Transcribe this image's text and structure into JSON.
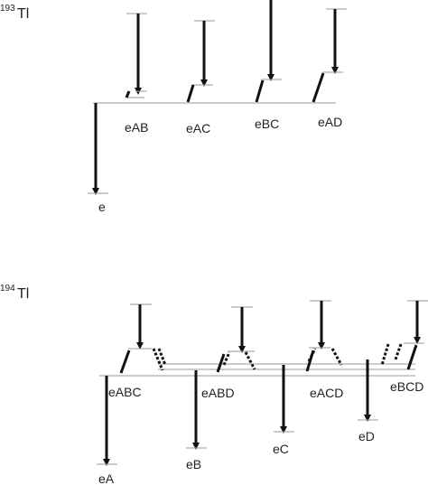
{
  "nuclides": {
    "tl193": {
      "mass": "193",
      "symbol": "Tl"
    },
    "tl194": {
      "mass": "194",
      "symbol": "Tl"
    }
  },
  "tl193_labels": {
    "eAB": "eAB",
    "eAC": "eAC",
    "eBC": "eBC",
    "eAD": "eAD",
    "e": "e"
  },
  "tl194_labels": {
    "eABC": "eABC",
    "eABD": "eABD",
    "eACD": "eACD",
    "eBCD": "eBCD",
    "eA": "eA",
    "eB": "eB",
    "eC": "eC",
    "eD": "eD"
  },
  "colors": {
    "lines": "#111111",
    "levels": "#999999"
  }
}
